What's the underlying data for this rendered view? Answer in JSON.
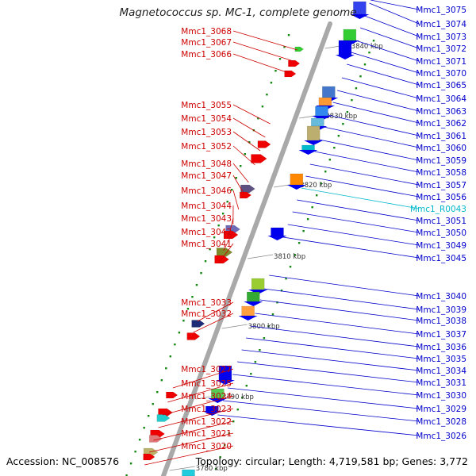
{
  "title": "Magnetococcus sp. MC-1, complete genome",
  "footer": {
    "accession": "Accession: NC_008576",
    "topology": "Topology: circular; Length: 4,719,581 bp; Genes: 3,772"
  },
  "colors": {
    "backbone": "#a9a9a9",
    "left_label": "#cc0000",
    "right_label": "#0000cc",
    "rna_label": "#00b8cc",
    "forward_gene": "#ee0000",
    "reverse_gene": "#0000ee",
    "dotted_guide": "#118811"
  },
  "scale_ticks": [
    "3840 kbp",
    "3830 kbp",
    "3820 kbp",
    "3810 kbp",
    "3800 kbp",
    "3790 kbp",
    "3780 kbp"
  ],
  "left_labels": [
    "Mmc1_3068",
    "Mmc1_3067",
    "Mmc1_3066",
    "Mmc1_3055",
    "Mmc1_3054",
    "Mmc1_3053",
    "Mmc1_3052",
    "Mmc1_3048",
    "Mmc1_3047",
    "Mmc1_3046",
    "Mmc1_3044",
    "Mmc1_3043",
    "Mmc1_3042",
    "Mmc1_3041",
    "Mmc1_3033",
    "Mmc1_3032",
    "Mmc1_3027",
    "Mmc1_3025",
    "Mmc1_3024",
    "Mmc1_3023",
    "Mmc1_3022",
    "Mmc1_3021",
    "Mmc1_3020"
  ],
  "right_labels": [
    "Mmc1_3075",
    "Mmc1_3074",
    "Mmc1_3073",
    "Mmc1_3072",
    "Mmc1_3071",
    "Mmc1_3070",
    "Mmc1_3065",
    "Mmc1_3064",
    "Mmc1_3063",
    "Mmc1_3062",
    "Mmc1_3061",
    "Mmc1_3060",
    "Mmc1_3059",
    "Mmc1_3058",
    "Mmc1_3057",
    "Mmc1_3056",
    "Mmc1_R0043",
    "Mmc1_3051",
    "Mmc1_3050",
    "Mmc1_3049",
    "Mmc1_3045",
    "Mmc1_3040",
    "Mmc1_3039",
    "Mmc1_3038",
    "Mmc1_3037",
    "Mmc1_3036",
    "Mmc1_3035",
    "Mmc1_3034",
    "Mmc1_3031",
    "Mmc1_3030",
    "Mmc1_3029",
    "Mmc1_3028",
    "Mmc1_3026"
  ]
}
